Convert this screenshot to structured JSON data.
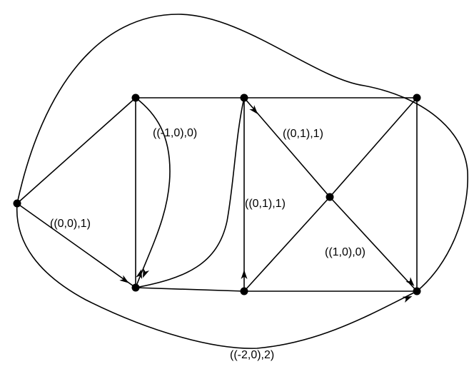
{
  "diagram": {
    "labels": {
      "left_diag": "((0,0),1)",
      "curve_minus1": "((-1,0),0)",
      "upper_diag": "((0,1),1)",
      "middle_vertical": "((0,1),1)",
      "lower_diag": "((1,0),0)",
      "bottom_outer": "((-2,0),2)"
    },
    "colors": {
      "ink": "#000000",
      "background": "#ffffff"
    }
  }
}
